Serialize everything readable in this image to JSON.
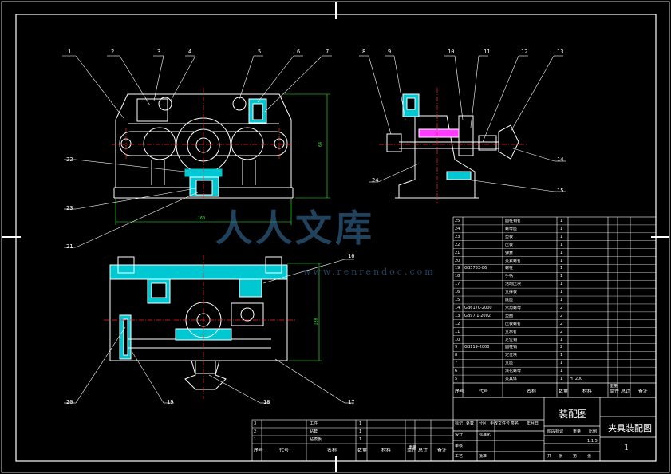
{
  "drawing": {
    "title_main": "装配图",
    "title_assembly": "夹具装配图",
    "sheet_number": "1",
    "scale": "1:1.5",
    "watermark_cn": "人人文库",
    "watermark_url": "www.renrendoc.com"
  },
  "part_numbers": [
    "1",
    "2",
    "3",
    "4",
    "5",
    "6",
    "7",
    "8",
    "9",
    "10",
    "11",
    "12",
    "13",
    "14",
    "15",
    "16",
    "17",
    "18",
    "19",
    "20",
    "21",
    "22",
    "23",
    "24",
    "25"
  ],
  "dimensions": {
    "front_width": "160",
    "front_height": "64",
    "top_height": "128"
  },
  "bom_header": [
    "序号",
    "代号",
    "名称",
    "数量",
    "材料",
    "单件",
    "总计",
    "备注"
  ],
  "bom_header_weight": "重量",
  "bom_main_rows": [
    {
      "no": "25",
      "code": "",
      "name": "圆柱销钉",
      "qty": "1"
    },
    {
      "no": "24",
      "code": "",
      "name": "螺母座",
      "qty": "1"
    },
    {
      "no": "23",
      "code": "",
      "name": "垫板",
      "qty": "1"
    },
    {
      "no": "22",
      "code": "",
      "name": "压板",
      "qty": "1"
    },
    {
      "no": "21",
      "code": "",
      "name": "弹簧",
      "qty": "1"
    },
    {
      "no": "20",
      "code": "",
      "name": "夹紧螺钉",
      "qty": "1"
    },
    {
      "no": "19",
      "code": "GB5783-86",
      "name": "螺栓",
      "qty": "1"
    },
    {
      "no": "18",
      "code": "",
      "name": "手柄",
      "qty": "1"
    },
    {
      "no": "17",
      "code": "",
      "name": "活动压块",
      "qty": "1"
    },
    {
      "no": "16",
      "code": "",
      "name": "支撑板",
      "qty": "1"
    },
    {
      "no": "15",
      "code": "",
      "name": "底座",
      "qty": "1"
    },
    {
      "no": "14",
      "code": "GB6170-2000",
      "name": "六角螺母",
      "qty": "2"
    },
    {
      "no": "13",
      "code": "GB97.1-2002",
      "name": "垫圈",
      "qty": "2"
    },
    {
      "no": "12",
      "code": "",
      "name": "压板螺钉",
      "qty": "2"
    },
    {
      "no": "11",
      "code": "",
      "name": "支承钉",
      "qty": "2"
    },
    {
      "no": "10",
      "code": "",
      "name": "定位销",
      "qty": "1"
    },
    {
      "no": "9",
      "code": "GB119-2000",
      "name": "圆柱销",
      "qty": "2"
    },
    {
      "no": "8",
      "code": "",
      "name": "定位块",
      "qty": "1"
    },
    {
      "no": "7",
      "code": "",
      "name": "支座",
      "qty": "1"
    },
    {
      "no": "6",
      "code": "",
      "name": "滚花螺母",
      "qty": "1"
    },
    {
      "no": "5",
      "code": "",
      "name": "夹具体",
      "qty": "1",
      "material": "HT200"
    }
  ],
  "bom_side_rows": [
    {
      "no": "3",
      "name": "工件",
      "qty": "1"
    },
    {
      "no": "2",
      "name": "钻套",
      "qty": "1"
    },
    {
      "no": "1",
      "name": "钻模板",
      "qty": "1"
    }
  ],
  "title_block": {
    "cells": [
      "标记",
      "处数",
      "分区",
      "更改文件号",
      "签名",
      "年月日",
      "设计",
      "标准化",
      "阶段标记",
      "重量",
      "比例",
      "审核",
      "工艺",
      "批准",
      "共",
      "张",
      "第",
      "张"
    ]
  },
  "colors": {
    "outline": "#ffffff",
    "section": "#00c8d2",
    "center": "#ff2020",
    "dim": "#22ff22",
    "accent": "#ff3cff",
    "yellow": "#ffff00"
  }
}
